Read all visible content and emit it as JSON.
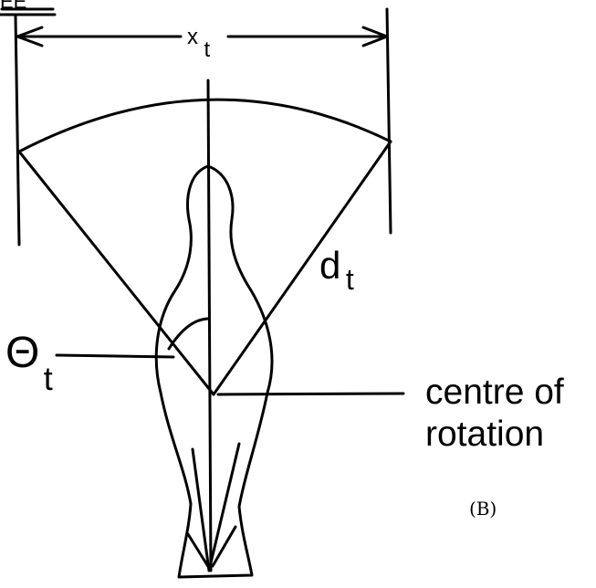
{
  "figure": {
    "corner_text": "EE",
    "labels": {
      "width_symbol": "x",
      "width_subscript": "t",
      "distance_symbol": "d",
      "distance_subscript": "t",
      "angle_symbol": "Θ",
      "angle_subscript": "t",
      "centre_line1": "centre of",
      "centre_line2": "rotation",
      "panel": "(B)"
    },
    "colors": {
      "ink": "#000000",
      "paper": "#ffffff"
    }
  }
}
